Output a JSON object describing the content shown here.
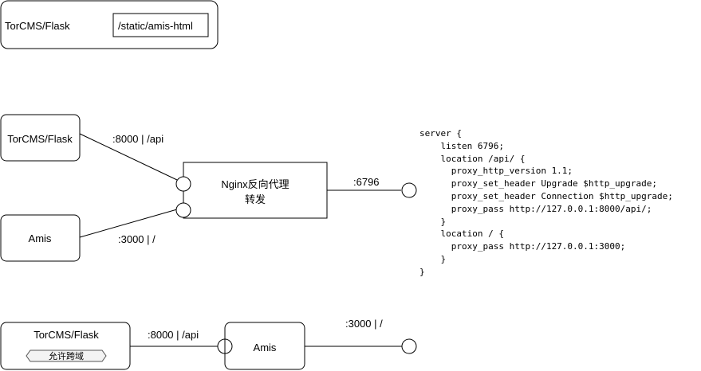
{
  "top_section": {
    "box_label": "TorCMS/Flask",
    "path_field": "/static/amis-html"
  },
  "middle_section": {
    "backend_label": "TorCMS/Flask",
    "frontend_label": "Amis",
    "backend_port": ":8000 | /api",
    "frontend_port": ":3000 | /",
    "proxy_line1": "Nginx反向代理",
    "proxy_line2": "转发",
    "proxy_port": ":6796"
  },
  "nginx_config": [
    "server {",
    "    listen 6796;",
    "    location /api/ {",
    "      proxy_http_version 1.1;",
    "      proxy_set_header Upgrade $http_upgrade;",
    "      proxy_set_header Connection $http_upgrade;",
    "      proxy_pass http://127.0.0.1:8000/api/;",
    "    }",
    "    location / {",
    "      proxy_pass http://127.0.0.1:3000;",
    "    }",
    "}"
  ],
  "bottom_section": {
    "backend_label": "TorCMS/Flask",
    "cors_tag": "允许跨域",
    "backend_port": ":8000 | /api",
    "frontend_label": "Amis",
    "frontend_port": ":3000 | /"
  }
}
